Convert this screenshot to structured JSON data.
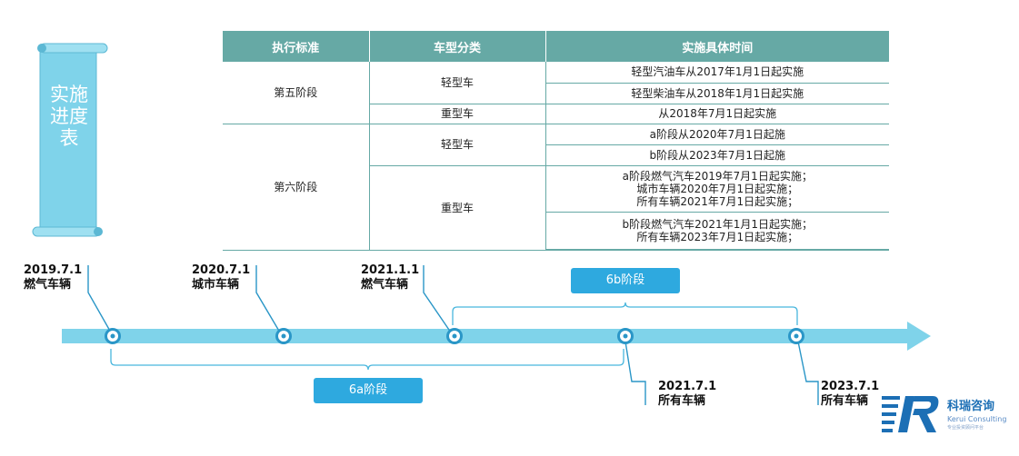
{
  "scroll": {
    "title": "实施进度表"
  },
  "table": {
    "headers": [
      "执行标准",
      "车型分类",
      "实施具体时间"
    ],
    "stage5": {
      "label": "第五阶段",
      "light_label": "轻型车",
      "light_1": "轻型汽油车从2017年1月1日起实施",
      "light_2": "轻型柴油车从2018年1月1日起实施",
      "heavy_label": "重型车",
      "heavy_1": "从2018年7月1日起实施"
    },
    "stage6": {
      "label": "第六阶段",
      "light_label": "轻型车",
      "light_1": "a阶段从2020年7月1日起施",
      "light_2": "b阶段从2023年7月1日起施",
      "heavy_label": "重型车",
      "heavy_a_1": "a阶段燃气汽车2019年7月1日起实施；",
      "heavy_a_2": "城市车辆2020年7月1日起实施；",
      "heavy_a_3": "所有车辆2021年7月1日起实施；",
      "heavy_b_1": "b阶段燃气汽车2021年1月1日起实施；",
      "heavy_b_2": "所有车辆2023年7月1日起实施；"
    }
  },
  "timeline": {
    "milestones": [
      {
        "date": "2019.7.1",
        "desc": "燃气车辆"
      },
      {
        "date": "2020.7.1",
        "desc": "城市车辆"
      },
      {
        "date": "2021.1.1",
        "desc": "燃气车辆"
      },
      {
        "date": "2021.7.1",
        "desc": "所有车辆"
      },
      {
        "date": "2023.7.1",
        "desc": "所有车辆"
      }
    ],
    "phase_a": "6a阶段",
    "phase_b": "6b阶段"
  },
  "logo": {
    "name": "科瑞咨询",
    "sub": "Kerui Consulting",
    "tagline": "专业投资顾问平台"
  },
  "colors": {
    "header_teal": "#66a9a5",
    "timeline_blue": "#7fd3ea",
    "phase_blue": "#2ea9df",
    "callout_blue": "#2a96c7"
  }
}
